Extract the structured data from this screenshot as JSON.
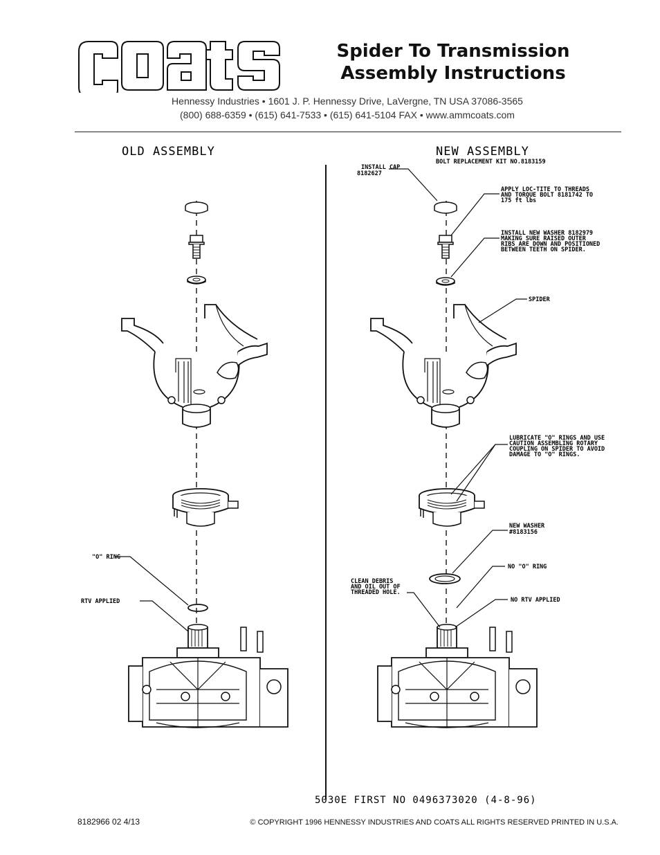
{
  "brand": {
    "logo_text": "coats"
  },
  "header": {
    "title_line1": "Spider To Transmission",
    "title_line2": "Assembly Instructions",
    "address_line1": "Hennessy Industries • 1601 J. P. Hennessy Drive, LaVergne, TN  USA  37086-3565",
    "address_line2": "(800) 688-6359 • (615) 641-7533 • (615) 641-5104 FAX • www.ammcoats.com"
  },
  "old_assembly": {
    "heading": "OLD ASSEMBLY",
    "o_ring_label": "\"O\" RING",
    "rtv_label": "RTV APPLIED"
  },
  "new_assembly": {
    "heading": "NEW ASSEMBLY",
    "kit_label": "BOLT REPLACEMENT KIT NO.8183159",
    "cap_label": [
      "INSTALL CAP",
      "8182627"
    ],
    "loctite_label": [
      "APPLY LOC-TITE TO THREADS",
      "AND TORQUE BOLT 8181742 TO",
      "175 ft lbs"
    ],
    "washer_label": [
      "INSTALL NEW WASHER 8182979",
      "MAKING SURE RAISED OUTER",
      "RIBS ARE DOWN AND POSITIONED",
      "BETWEEN TEETH ON SPIDER."
    ],
    "spider_label": "SPIDER",
    "lubricate_label": [
      "LUBRICATE \"O\" RINGS AND USE",
      "CAUTION ASSEMBLING ROTARY",
      "COUPLING ON SPIDER TO AVOID",
      "DAMAGE TO \"O\" RINGS."
    ],
    "new_washer_label": [
      "NEW WASHER",
      "#8183156"
    ],
    "no_o_ring_label": "NO \"O\" RING",
    "clean_label": [
      "CLEAN DEBRIS",
      "AND OIL OUT OF",
      "THREADED HOLE."
    ],
    "no_rtv_label": "NO RTV APPLIED"
  },
  "first_no": "5030E  FIRST NO 0496373020 (4-8-96)",
  "footer": {
    "part_number": "8182966  02   4/13",
    "copyright": "© COPYRIGHT 1996  HENNESSY INDUSTRIES AND COATS   ALL RIGHTS RESERVED   PRINTED IN U.S.A."
  }
}
